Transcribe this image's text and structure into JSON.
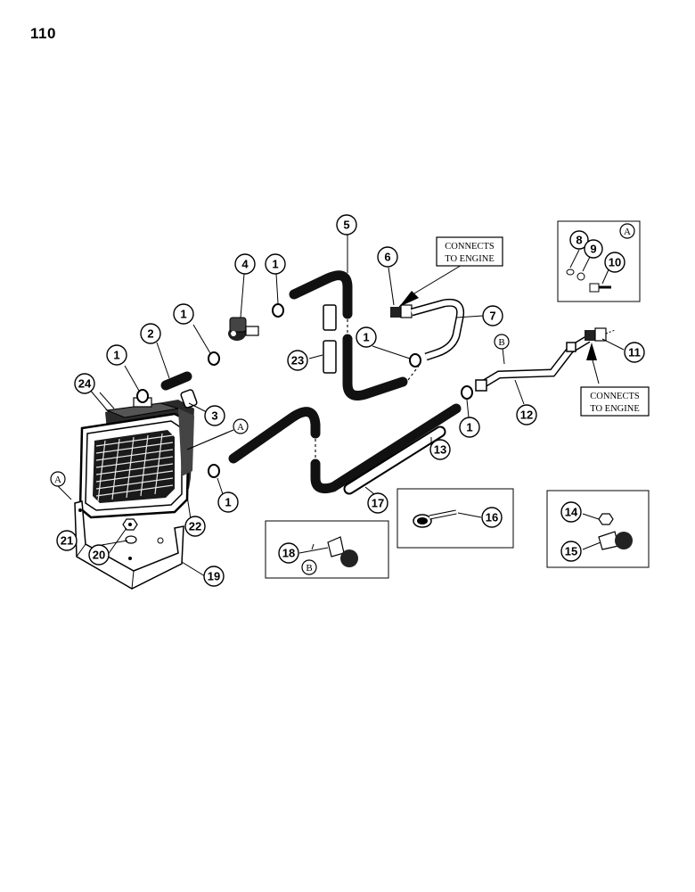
{
  "page_number": "110",
  "notes": {
    "engine_1": [
      "CONNECTS",
      "TO ENGINE"
    ],
    "engine_2": [
      "CONNECTS",
      "TO ENGINE"
    ]
  },
  "callouts": {
    "c1a": "1",
    "c1b": "1",
    "c1c": "1",
    "c1d": "1",
    "c1e": "1",
    "c1f": "1",
    "c2": "2",
    "c3": "3",
    "c4": "4",
    "c5": "5",
    "c6": "6",
    "c7": "7",
    "c8": "8",
    "c9": "9",
    "c10": "10",
    "c11": "11",
    "c12": "12",
    "c13": "13",
    "c14": "14",
    "c15": "15",
    "c16": "16",
    "c17": "17",
    "c18": "18",
    "c19": "19",
    "c20": "20",
    "c21": "21",
    "c22": "22",
    "c23": "23",
    "c24": "24"
  },
  "refs": {
    "a_inset": "A",
    "a_heater": "A",
    "a_bracket": "A",
    "b_pipe": "B",
    "b_inset": "B"
  }
}
